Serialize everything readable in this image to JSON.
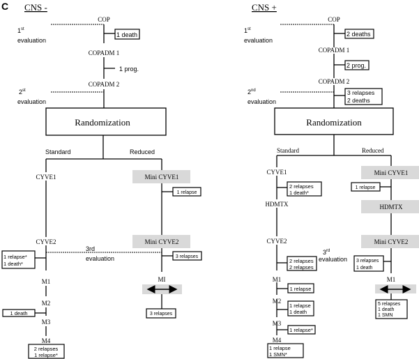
{
  "panel_letter": "C",
  "panels": [
    {
      "id": "cns-negative",
      "title": "CNS -",
      "evaluations": [
        {
          "ordinal": "1",
          "suffix": "st",
          "label": "evaluation"
        },
        {
          "ordinal": "2",
          "suffix": "st",
          "label": "evaluation"
        },
        {
          "ordinal": "3rd",
          "suffix": "",
          "label": "evaluation"
        }
      ],
      "pre_randomization": {
        "steps": [
          "COP",
          "COPADM 1",
          "COPADM 2"
        ],
        "events": [
          "1 death",
          "1 prog."
        ]
      },
      "randomization_label": "Randomization",
      "arms": {
        "standard": {
          "label": "Standard",
          "steps": [
            "CYVE1",
            "CYVE2",
            "M1",
            "M2",
            "M3",
            "M4"
          ],
          "events": {
            "cyve2": [
              "1 relapse*",
              "1 death*"
            ],
            "m2": [
              "1 death"
            ],
            "m4": [
              "2 relapses",
              "1 relapse*"
            ]
          }
        },
        "reduced": {
          "label": "Reduced",
          "steps": [
            "Mini CYVE1",
            "Mini CYVE2",
            "MI"
          ],
          "events": {
            "mini_cyve1": [
              "1 relapse"
            ],
            "mini_cyve2": [
              "3 relapses"
            ],
            "mi": [
              "3 relapses"
            ]
          }
        }
      }
    },
    {
      "id": "cns-positive",
      "title": "CNS +",
      "evaluations": [
        {
          "ordinal": "1",
          "suffix": "st",
          "label": "evaluation"
        },
        {
          "ordinal": "2",
          "suffix": "nd",
          "label": "evaluation"
        },
        {
          "ordinal": "3",
          "suffix": "rd",
          "label": "evaluation"
        }
      ],
      "pre_randomization": {
        "steps": [
          "COP",
          "COPADM 1",
          "COPADM 2"
        ],
        "events": [
          "2 deaths",
          "2 prog.",
          "3 relapses",
          "2 deaths"
        ]
      },
      "randomization_label": "Randomization",
      "arms": {
        "standard": {
          "label": "Standard",
          "steps": [
            "CYVE1",
            "HDMTX",
            "CYVE2",
            "M1",
            "M2",
            "M3",
            "M4"
          ],
          "events": {
            "cyve1": [
              "2 relapses",
              "1 death*"
            ],
            "cyve2": [
              "2 relapses",
              "2 relapses"
            ],
            "m1": [
              "1 relapse"
            ],
            "m2": [
              "1 relapse",
              "1 death"
            ],
            "m3": [
              "1 relapse*"
            ],
            "m4": [
              "1 relapse",
              "1 SMN*"
            ]
          }
        },
        "reduced": {
          "label": "Reduced",
          "steps": [
            "Mini CYVE1",
            "HDMTX",
            "Mini CYVE2",
            "M1"
          ],
          "events": {
            "mini_cyve1": [
              "1 relapse"
            ],
            "mini_cyve2": [
              "3 relapses",
              "1 death"
            ],
            "m1": [
              "5 relapses",
              "1 death",
              "1 SMN"
            ]
          }
        }
      }
    }
  ],
  "colors": {
    "line": "#000000",
    "reduced_box_fill": "#d9d9d9",
    "background": "#ffffff"
  }
}
